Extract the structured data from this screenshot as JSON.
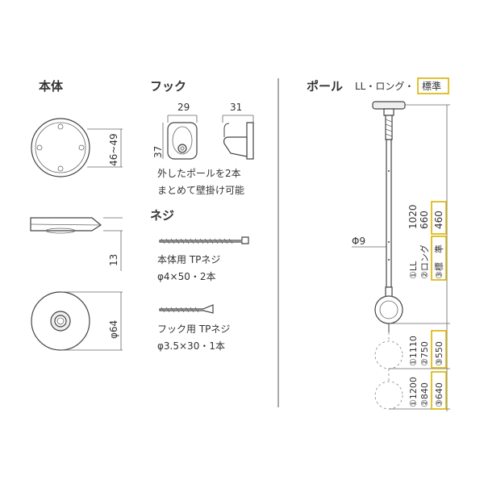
{
  "colors": {
    "ink": "#333333",
    "highlight": "#d8b300",
    "divider": "#555555"
  },
  "body_section": {
    "title": "本体",
    "dim_width": "46~49",
    "dim_height": "13",
    "dim_diameter": "φ64"
  },
  "hook_section": {
    "title": "フック",
    "dim_front_width": "29",
    "dim_side_width": "31",
    "dim_height": "37",
    "note_line1": "外したポールを2本",
    "note_line2": "まとめて壁掛け可能"
  },
  "screw_section": {
    "title": "ネジ",
    "screw1_line1": "本体用 TPネジ",
    "screw1_line2": "φ4×50・2本",
    "screw2_line1": "フック用 TPネジ",
    "screw2_line2": "φ3.5×30・1本"
  },
  "pole_section": {
    "title": "ポール",
    "variants_prefix": "LL・ロング・",
    "variants_highlight": "標準",
    "dim_pole": "Φ9",
    "range_top": [
      "1020",
      "660",
      "460"
    ],
    "names": [
      "①LL",
      "②ロング",
      "③標　準"
    ],
    "range_mid": [
      "①1110",
      "②750",
      "③550"
    ],
    "range_bottom": [
      "①1200",
      "②840",
      "③640"
    ]
  }
}
